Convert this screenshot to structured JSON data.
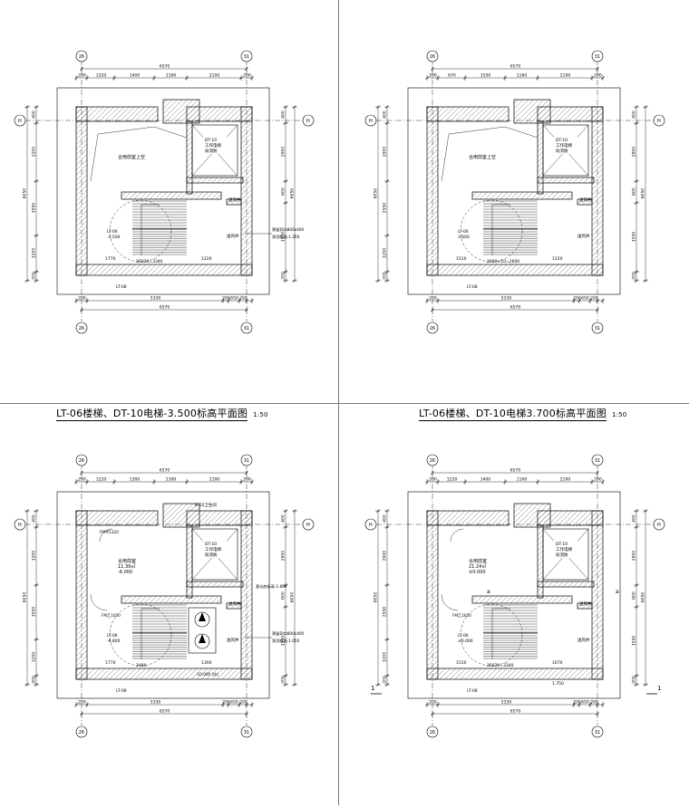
{
  "plans": [
    {
      "id": "p1",
      "title": "LT-06楼梯、DT-10电梯-3.500标高平面图",
      "scale": "1:50",
      "grid_top": [
        "26",
        "31"
      ],
      "grid_side": "H",
      "overall_dim": "6570",
      "top_dims": [
        "200",
        "1220",
        "1400",
        "1160",
        "2100",
        "200"
      ],
      "bottom_dims": [
        "200",
        "5330",
        "200",
        "650",
        "200"
      ],
      "left_dims": [
        "400",
        "2100",
        "6050",
        "3550",
        "1200",
        "200"
      ],
      "right_dims": [
        "400",
        "2900",
        "600",
        "1550",
        "200"
      ],
      "labels": {
        "room": "合用前室上空",
        "elevator": "DT-10 工作电梯 局消防",
        "shaft": "送风井",
        "stair_name": "LT-06",
        "stair_elev": "-3.500",
        "stair_steps": "26020=3340",
        "stair_dim": "1770",
        "stair_dim2": "1220",
        "duct": "预留洞口800x400 洞顶标高-1.350",
        "stair_label": "LT-08"
      }
    },
    {
      "id": "p2",
      "title": "LT-06楼梯、DT-10电梯3.700标高平面图",
      "scale": "1:50",
      "grid_top": [
        "26",
        "31"
      ],
      "grid_side": "H",
      "overall_dim": "6570",
      "top_dims": [
        "200",
        "670",
        "1550",
        "1160",
        "2100",
        "200"
      ],
      "bottom_dims": [
        "200",
        "5330",
        "200",
        "650",
        "200"
      ],
      "left_dims": [
        "400",
        "2900",
        "6050",
        "2550",
        "1200",
        "200"
      ],
      "right_dims": [
        "400",
        "2900",
        "600",
        "1550",
        "200"
      ],
      "labels": {
        "room": "合用前室上空",
        "elevator": "DT-10 工作电梯 局消防",
        "shaft": "送风井",
        "stair_name": "LT-06",
        "stair_elev": "3.600",
        "stair_steps": "2600×10=2600",
        "stair_dim": "1510",
        "stair_dim2": "1220",
        "duct": "",
        "stair_label": "LT-08"
      }
    },
    {
      "id": "p3",
      "title": "",
      "scale": "",
      "grid_top": [
        "26",
        "31"
      ],
      "grid_side": "H",
      "overall_dim": "6570",
      "top_dims": [
        "200",
        "1220",
        "1300",
        "1300",
        "2100",
        "200"
      ],
      "bottom_dims": [
        "200",
        "5330",
        "200",
        "650",
        "200"
      ],
      "left_dims": [
        "400",
        "1200",
        "6050",
        "3550",
        "1200",
        "200"
      ],
      "right_dims": [
        "400",
        "2900",
        "600",
        "1550",
        "200"
      ],
      "labels": {
        "room": "合用前室 11.39㎡ -6.000",
        "elevator": "DT-10 工作电梯 局消防",
        "shaft": "送风井",
        "stair_name": "LT-06",
        "stair_elev": "-6.800",
        "stair_steps": "2480",
        "stair_dim": "1770",
        "stair_dim2": "1300",
        "duct": "预留洞口800x400 洞顶标高-1.050",
        "stair_label": "LT-08",
        "door1": "FM甲1320",
        "door2": "FM乙1020",
        "toilet": "B-02卫生间",
        "level_note": "基坑底标高-1.800",
        "pit": "-10.000 (坑)"
      }
    },
    {
      "id": "p4",
      "title": "",
      "scale": "",
      "grid_top": [
        "26",
        "31"
      ],
      "grid_side": "H",
      "overall_dim": "6570",
      "top_dims": [
        "200",
        "1220",
        "1400",
        "1160",
        "2100",
        "200"
      ],
      "bottom_dims": [
        "200",
        "5330",
        "200",
        "650",
        "200"
      ],
      "left_dims": [
        "400",
        "2900",
        "6050",
        "2550",
        "1200",
        "200"
      ],
      "right_dims": [
        "400",
        "2900",
        "600",
        "1550",
        "200"
      ],
      "labels": {
        "room": "合用前室 21.24㎡ ±0.000",
        "elevator": "DT-10 工作电梯 局消防",
        "shaft": "送风井",
        "stair_name": "LT-06",
        "stair_elev": "±0.000",
        "stair_steps": "26020=3340",
        "stair_dim": "1510",
        "stair_dim2": "1670",
        "duct": "",
        "stair_label": "LT-08",
        "door2": "FM乙1620",
        "section": "1",
        "section_a": "a",
        "stair_elev2": "1.750"
      }
    }
  ]
}
